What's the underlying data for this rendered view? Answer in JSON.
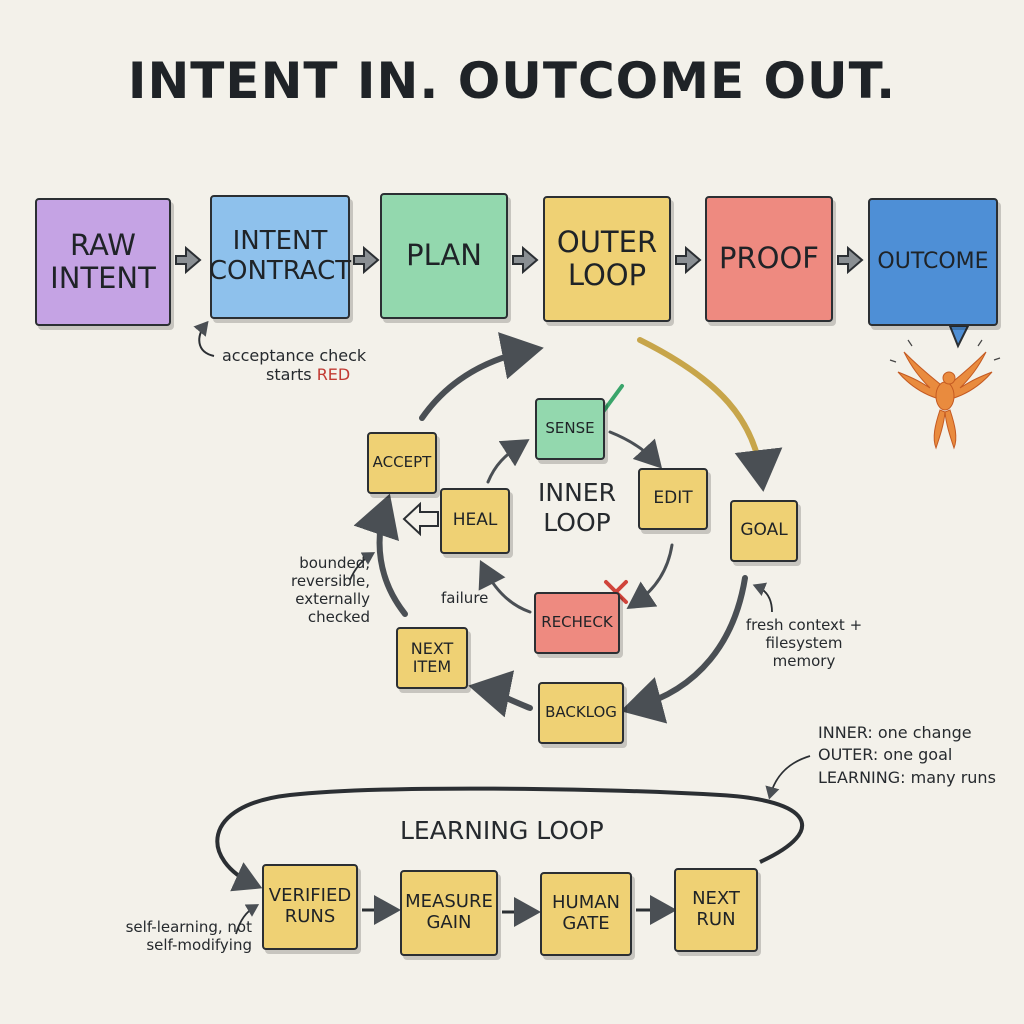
{
  "title": "INTENT IN. OUTCOME OUT.",
  "pipeline": {
    "raw_intent": "RAW INTENT",
    "intent_contract": "INTENT CONTRACT",
    "plan": "PLAN",
    "outer_loop": "OUTER LOOP",
    "proof": "PROOF",
    "outcome": "OUTCOME"
  },
  "acceptance_note": {
    "line1": "acceptance check",
    "line2_prefix": "starts ",
    "line2_highlight": "RED"
  },
  "outer": {
    "goal": "GOAL",
    "backlog": "BACKLOG",
    "next_item": "NEXT ITEM",
    "accept": "ACCEPT"
  },
  "inner": {
    "label": "INNER LOOP",
    "sense": "SENSE",
    "edit": "EDIT",
    "recheck": "RECHECK",
    "heal": "HEAL",
    "failure": "failure"
  },
  "notes": {
    "bounded": "bounded, reversible, externally checked",
    "fresh_context": "fresh context + filesystem memory",
    "legend_inner": "INNER: one change",
    "legend_outer": "OUTER: one goal",
    "legend_learning": "LEARNING: many runs",
    "self_learning": "self-learning, not self-modifying"
  },
  "learning": {
    "label": "LEARNING LOOP",
    "verified_runs": "VERIFIED RUNS",
    "measure_gain": "MEASURE GAIN",
    "human_gate": "HUMAN GATE",
    "next_run": "NEXT RUN"
  },
  "colors": {
    "purple": "#c5a3e4",
    "blue": "#8ec1ec",
    "green": "#93d8ae",
    "yellow": "#efd174",
    "red": "#ee8a80",
    "outcome_blue": "#4e8fd6"
  }
}
